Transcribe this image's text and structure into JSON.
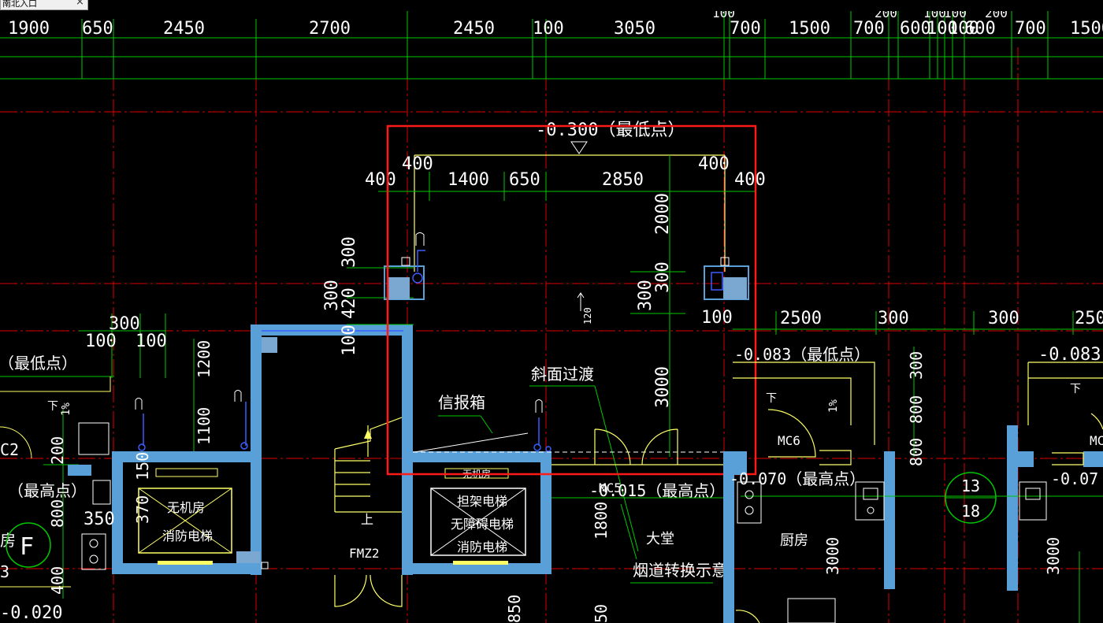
{
  "tab": {
    "label": "南北入口",
    "close": "×"
  },
  "colors": {
    "background": "#000000",
    "dimension": "#00c800",
    "axis": "#e00000",
    "wall": "#5aa0d8",
    "yellow": "#ffff66",
    "text": "#ffffff",
    "highlight": "#ff1a1a",
    "pipe": "#3a5cff"
  },
  "top_dims": [
    "1900",
    "650",
    "2450",
    "2700",
    "2450",
    "100",
    "3050",
    "100",
    "700",
    "1500",
    "700",
    "600",
    "100",
    "100",
    "600",
    "700",
    "1500",
    "200",
    "100",
    "100",
    "200"
  ],
  "outlined_area": {
    "level": "-0.300（最低点）",
    "dims_row1": [
      "400",
      "400"
    ],
    "dims_row2": [
      "400",
      "1400",
      "650",
      "2850",
      "400"
    ],
    "dim_2000": "2000",
    "dim_300a": "300",
    "dim_300b": "300",
    "dim_100_right": "100",
    "dim_3000": "3000",
    "slope_note": "120",
    "transition_label": "斜面过渡",
    "mailbox_label": "信报箱",
    "left_dims": [
      "300",
      "300",
      "100",
      "420"
    ]
  },
  "left_area": {
    "dims": [
      "300",
      "100",
      "100",
      "1200",
      "1100",
      "200",
      "150",
      "370",
      "800",
      "350",
      "400",
      "1%"
    ],
    "level_low": "（最低点）",
    "level_high": "（最高点）",
    "level_bottom": "-0.020",
    "axis_F": "F",
    "door_C2": "C2",
    "fang": "房",
    "num3": "3",
    "down_arrow": "下"
  },
  "elevators": {
    "left": [
      "无机房",
      "消防电梯"
    ],
    "right_top": "无机房",
    "right": [
      "担架电梯",
      "无障碍电梯",
      "消防电梯"
    ]
  },
  "center": {
    "stair_up": "上",
    "door_fmz2": "FMZ2",
    "door_mc5": "MC5",
    "level_015": "-0.015（最高点）",
    "dim_1800": "1800",
    "lobby": "大堂",
    "flue_note": "烟道转换示意",
    "dim_50": "50",
    "dim_850": "850"
  },
  "right_area": {
    "dims": [
      "2500",
      "300",
      "300",
      "250"
    ],
    "level_083a": "-0.083（最低点）",
    "level_083b": "-0.083",
    "level_070": "-0.070（最高点）",
    "level_07": "-0.07",
    "door_mc6": "MC6",
    "kitchen": "厨房",
    "axis_top": "13",
    "axis_bottom": "18",
    "dims_v": [
      "300",
      "800",
      "800",
      "3000",
      "3000"
    ],
    "pct": "1%",
    "down_arrow": "下",
    "door_mc": "MC"
  }
}
